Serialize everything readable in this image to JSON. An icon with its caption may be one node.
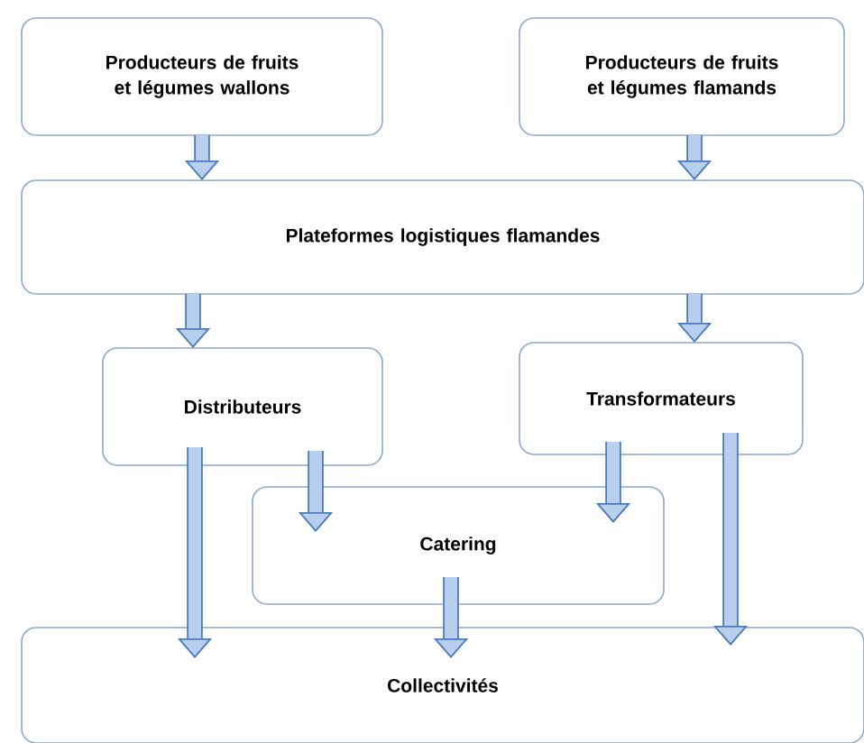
{
  "diagram": {
    "nodes": [
      {
        "text": [
          "Producteurs de fruits et légumes wallons"
        ]
      },
      {
        "text": [
          "Producteurs de fruits et légumes flamands"
        ]
      },
      {
        "text": [
          "Plateformes logistiques flamandes"
        ]
      },
      {
        "text": [
          "Distributeurs"
        ]
      },
      {
        "text": [
          "Transformateurs"
        ]
      },
      {
        "text": [
          "Catering"
        ]
      },
      {
        "text": [
          "Collectivités"
        ]
      }
    ],
    "edges": [
      {
        "from": 0,
        "to": 2,
        "arrow": "to"
      },
      {
        "from": 1,
        "to": 2,
        "arrow": "to"
      },
      {
        "from": 2,
        "to": 3,
        "arrow": "to"
      },
      {
        "from": 2,
        "to": 4,
        "arrow": "to"
      },
      {
        "from": 3,
        "to": 6,
        "arrow": "to"
      },
      {
        "from": 3,
        "to": 5,
        "arrow": "to"
      },
      {
        "from": 4,
        "to": 5,
        "arrow": "to"
      },
      {
        "from": 4,
        "to": 6,
        "arrow": "to"
      },
      {
        "from": 5,
        "to": 6,
        "arrow": "to"
      }
    ]
  }
}
